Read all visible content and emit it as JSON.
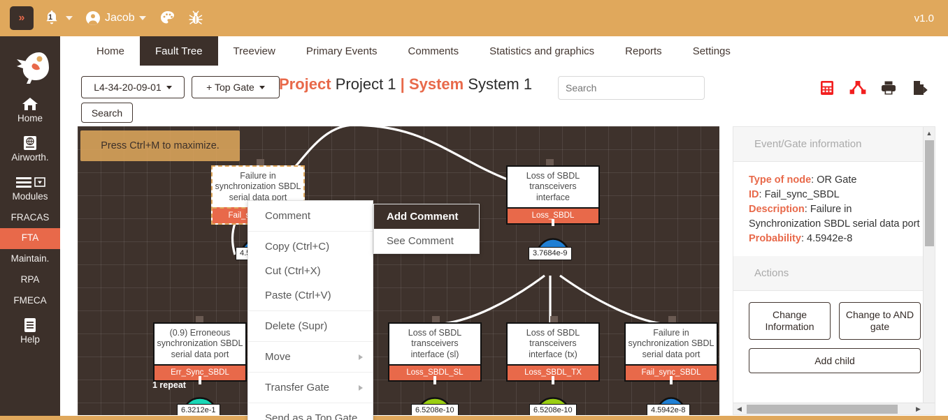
{
  "topbar": {
    "menu_toggle_icon": "double-chevron-right-icon",
    "notification_count": "1",
    "user_name": "Jacob",
    "theme_icon": "palette-icon",
    "bug_icon": "bug-icon",
    "version": "v1.0"
  },
  "sidebar": {
    "logo_icon": "bird-logo-icon",
    "items": [
      {
        "label": "Home",
        "icon": "home-icon",
        "active": false
      },
      {
        "label": "Airworth.",
        "icon": "globe-book-icon",
        "active": false
      },
      {
        "label": "Modules",
        "icon": "hamburger-dropdown-icon",
        "active": false
      },
      {
        "label": "FRACAS",
        "icon": "",
        "active": false
      },
      {
        "label": "FTA",
        "icon": "",
        "active": true
      },
      {
        "label": "Maintain.",
        "icon": "",
        "active": false
      },
      {
        "label": "RPA",
        "icon": "",
        "active": false
      },
      {
        "label": "FMECA",
        "icon": "",
        "active": false
      },
      {
        "label": "Help",
        "icon": "book-icon",
        "active": false
      }
    ]
  },
  "navtabs": [
    {
      "label": "Home",
      "active": false
    },
    {
      "label": "Fault Tree",
      "active": true
    },
    {
      "label": "Treeview",
      "active": false
    },
    {
      "label": "Primary Events",
      "active": false
    },
    {
      "label": "Comments",
      "active": false
    },
    {
      "label": "Statistics and graphics",
      "active": false
    },
    {
      "label": "Reports",
      "active": false
    },
    {
      "label": "Settings",
      "active": false
    }
  ],
  "toolbar": {
    "part_selector": "L4-34-20-09-01",
    "top_gate_button": "+ Top Gate",
    "search_button": "Search",
    "search_placeholder": "Search",
    "search_value": "",
    "title": {
      "project_label": "Project",
      "project_name": "Project 1",
      "separator": "|",
      "system_label": "System",
      "system_name": "System 1"
    },
    "icons": [
      {
        "name": "calculator-icon",
        "color": "#f21f1f"
      },
      {
        "name": "tree-diagram-icon",
        "color": "#f21f1f"
      },
      {
        "name": "print-icon",
        "color": "#3c302a"
      },
      {
        "name": "export-file-icon",
        "color": "#3c302a"
      }
    ]
  },
  "canvas": {
    "hint": "Press Ctrl+M to maximize.",
    "background_color": "#3e322c",
    "nodes": [
      {
        "id": "Fail_sync_SBDL",
        "description": "Failure in\nsynchronization SBDL\nserial data port",
        "gate_probability": "4.5942e-8",
        "gate_type": "or-gate-blue",
        "gate_color": "#1f7fd4",
        "selected": true,
        "repeat": ""
      },
      {
        "id": "Loss_SBDL",
        "description": "Loss of SBDL\ntransceivers\ninterface",
        "gate_probability": "3.7684e-9",
        "gate_type": "or-gate-blue",
        "gate_color": "#1f7fd4",
        "selected": false,
        "repeat": ""
      },
      {
        "id": "Err_Sync_SBDL",
        "description": "(0.9) Erroneous\nsynchronization SBDL\nserial data port",
        "gate_probability": "6.3212e-1",
        "gate_type": "basic-event-teal",
        "gate_color": "#19d7b6",
        "selected": false,
        "repeat": "1 repeat"
      },
      {
        "id": "Loss_SBDL_SL",
        "description": "Loss of SBDL\ntransceivers\ninterface (sl)",
        "gate_probability": "6.5208e-10",
        "gate_type": "basic-event-green",
        "gate_color": "#9ace12",
        "selected": false,
        "repeat": ""
      },
      {
        "id": "Loss_SBDL_TX",
        "description": "Loss of SBDL\ntransceivers\ninterface (tx)",
        "gate_probability": "6.5208e-10",
        "gate_type": "basic-event-green",
        "gate_color": "#9ace12",
        "selected": false,
        "repeat": ""
      },
      {
        "id": "Fail_sync_SBDL",
        "description": "Failure in\nsynchronization SBDL\nserial data port",
        "gate_probability": "4.5942e-8",
        "gate_type": "or-gate-blue",
        "gate_color": "#1f7fd4",
        "selected": false,
        "repeat": ""
      }
    ]
  },
  "context_menu": {
    "items": [
      {
        "label": "Comment",
        "submenu": false,
        "separator_after": true
      },
      {
        "label": "Copy (Ctrl+C)",
        "submenu": false,
        "separator_after": false
      },
      {
        "label": "Cut (Ctrl+X)",
        "submenu": false,
        "separator_after": false
      },
      {
        "label": "Paste (Ctrl+V)",
        "submenu": false,
        "separator_after": true
      },
      {
        "label": "Delete (Supr)",
        "submenu": false,
        "separator_after": true
      },
      {
        "label": "Move",
        "submenu": true,
        "separator_after": true
      },
      {
        "label": "Transfer Gate",
        "submenu": true,
        "separator_after": true
      },
      {
        "label": "Send as a Top Gate",
        "submenu": false,
        "separator_after": false
      }
    ],
    "submenu": [
      {
        "label": "Add Comment",
        "highlighted": true
      },
      {
        "label": "See Comment",
        "highlighted": false
      }
    ]
  },
  "right_panel": {
    "info_header": "Event/Gate information",
    "fields": [
      {
        "label": "Type of node",
        "value": "OR Gate"
      },
      {
        "label": "ID",
        "value": "Fail_sync_SBDL"
      },
      {
        "label": "Description",
        "value": "Failure in Synchronization SBDL serial data port"
      },
      {
        "label": "Probability",
        "value": "4.5942e-8"
      }
    ],
    "actions_header": "Actions",
    "buttons": [
      {
        "label": "Change Information"
      },
      {
        "label": "Change to AND gate"
      },
      {
        "label": "Add child"
      }
    ]
  },
  "colors": {
    "brand_orange": "#e0a85c",
    "accent_red": "#e8694a",
    "dark_brown": "#3c302a"
  }
}
